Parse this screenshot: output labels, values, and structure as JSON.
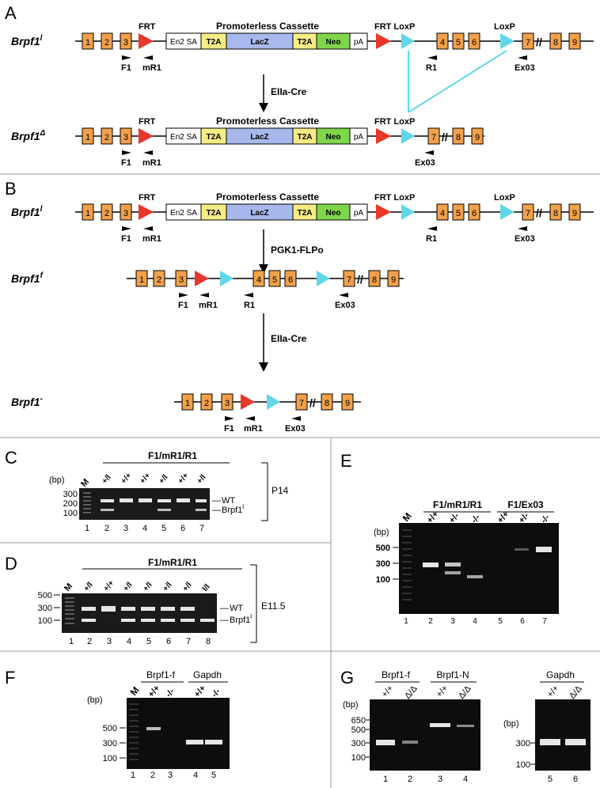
{
  "panel_letters": {
    "a": "A",
    "b": "B",
    "c": "C",
    "d": "D",
    "e": "E",
    "f": "F",
    "g": "G"
  },
  "alleles": {
    "l": "Brpf1",
    "l_sup": "l",
    "delta": "Brpf1",
    "delta_sup": "Δ",
    "f": "Brpf1",
    "f_sup": "f",
    "minus": "Brpf1",
    "minus_sup": "-"
  },
  "construct": {
    "frt": "FRT",
    "loxp": "LoxP",
    "frt_loxp": "FRT LoxP",
    "cassette_title": "Promoterless Cassette",
    "en2sa": "En2 SA",
    "t2a": "T2A",
    "lacz": "LacZ",
    "neo": "Neo",
    "pa": "pA",
    "exons": [
      "1",
      "2",
      "3",
      "4",
      "5",
      "6",
      "7",
      "8",
      "9"
    ]
  },
  "primers": {
    "f1": "F1",
    "mr1": "mR1",
    "r1": "R1",
    "ex03": "Ex03"
  },
  "crosses": {
    "eiia_cre": "EIIa-Cre",
    "pgk1_flpo": "PGK1-FLPo"
  },
  "gels": {
    "bp": "(bp)",
    "m": "M",
    "c": {
      "primer_header": "F1/mR1/R1",
      "genotypes": [
        "+/l",
        "+/+",
        "+/+",
        "+/l",
        "+/+",
        "+/l"
      ],
      "lanes": [
        "1",
        "2",
        "3",
        "4",
        "5",
        "6",
        "7"
      ],
      "sizes": [
        "300",
        "200",
        "100"
      ],
      "bands": [
        "WT",
        "Brpf1"
      ],
      "band_sup": "l",
      "stage": "P14"
    },
    "d": {
      "primer_header": "F1/mR1/R1",
      "genotypes": [
        "+/l",
        "+/+",
        "+/l",
        "+/l",
        "+/l",
        "+/l",
        "l/l"
      ],
      "lanes": [
        "1",
        "2",
        "3",
        "4",
        "5",
        "6",
        "7",
        "8"
      ],
      "sizes": [
        "500",
        "300",
        "100"
      ],
      "bands": [
        "WT",
        "Brpf1"
      ],
      "band_sup": "l",
      "stage": "E11.5"
    },
    "e": {
      "headers": [
        "F1/mR1/R1",
        "F1/Ex03"
      ],
      "genotypes": [
        "+/+",
        "+/-",
        "-/-",
        "+/+",
        "+/-",
        "-/-"
      ],
      "lanes": [
        "1",
        "2",
        "3",
        "4",
        "5",
        "6",
        "7"
      ],
      "sizes": [
        "500",
        "300",
        "100"
      ]
    },
    "f": {
      "headers": [
        "Brpf1-f",
        "Gapdh"
      ],
      "genotypes": [
        "+/+",
        "-/-",
        "+/+",
        "-/-"
      ],
      "lanes": [
        "1",
        "2",
        "3",
        "4",
        "5"
      ],
      "sizes": [
        "500",
        "300",
        "100"
      ]
    },
    "g": {
      "headers": [
        "Brpf1-f",
        "Brpf1-N",
        "Gapdh"
      ],
      "genotypes": [
        "+/+",
        "Δ/Δ",
        "+/+",
        "Δ/Δ",
        "+/+",
        "Δ/Δ"
      ],
      "lanes": [
        "1",
        "2",
        "3",
        "4",
        "5",
        "6"
      ],
      "sizes_left": [
        "650",
        "500",
        "300",
        "100"
      ],
      "sizes_right": [
        "300",
        "100"
      ]
    }
  }
}
